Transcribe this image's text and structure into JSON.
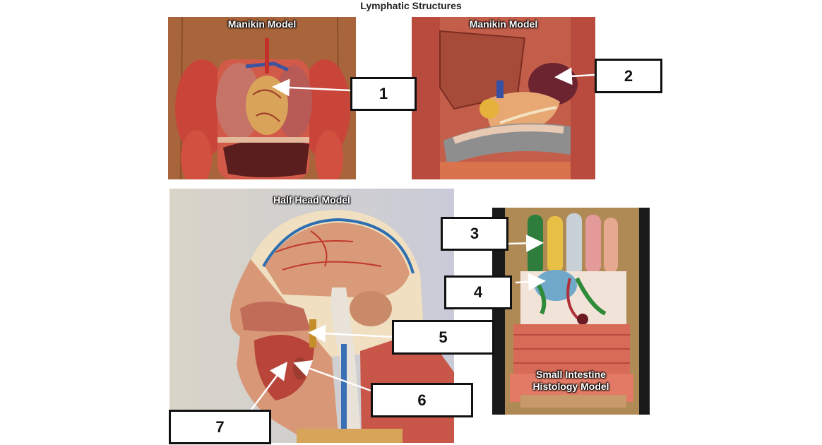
{
  "title": "Lymphatic Structures",
  "captions": {
    "manikin_left": "Manikin Model",
    "manikin_right": "Manikin Model",
    "half_head": "Half Head Model",
    "intestine_line1": "Small Intestine",
    "intestine_line2": "Histology Model"
  },
  "labels": [
    "1",
    "2",
    "3",
    "4",
    "5",
    "6",
    "7"
  ]
}
